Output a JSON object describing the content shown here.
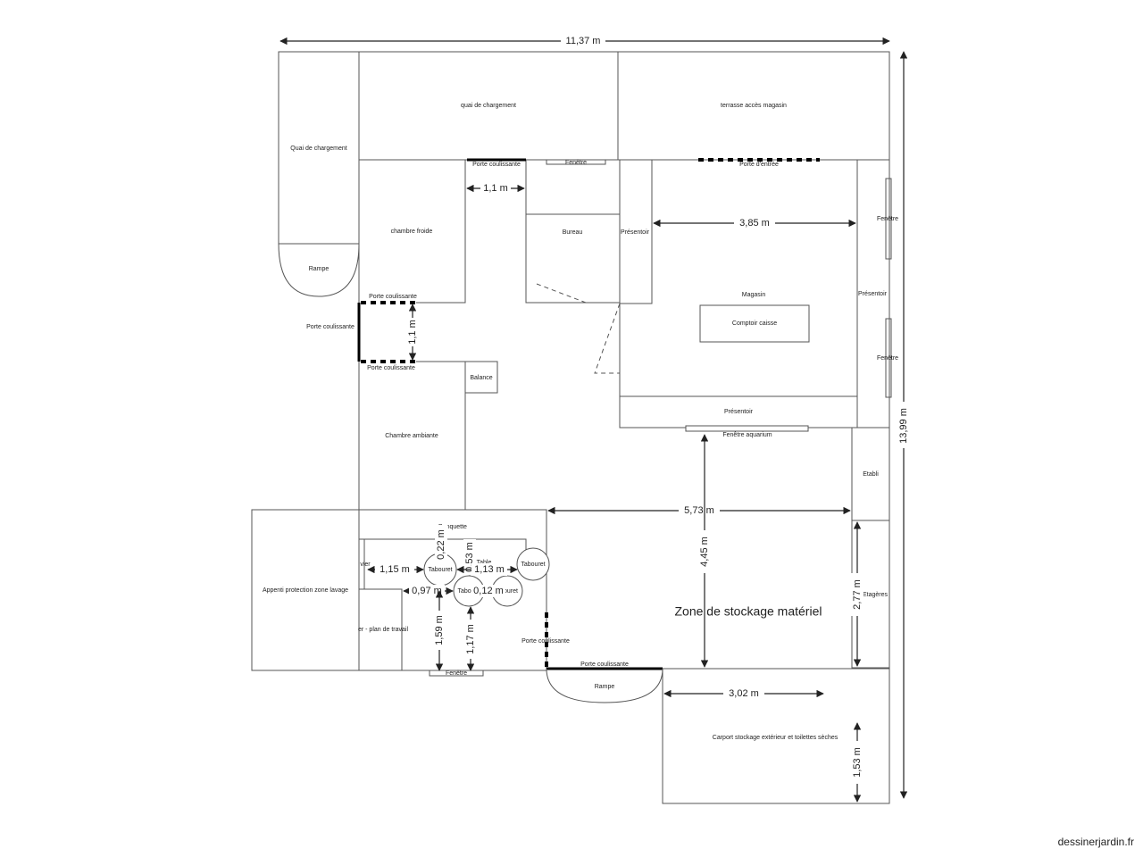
{
  "dimensions": {
    "total_width": "11,37 m",
    "total_height": "13,99 m",
    "d_11": "1,1 m",
    "d_11_vertical": "1,1 m",
    "d_385": "3,85 m",
    "d_573": "5,73 m",
    "d_445": "4,45 m",
    "d_277": "2,77 m",
    "d_302": "3,02 m",
    "d_153": "1,53 m",
    "d_115": "1,15 m",
    "d_022": "0,22 m",
    "d_053": "0,53 m",
    "d_113": "1,13 m",
    "d_097": "0,97 m",
    "d_012": "0,12 m",
    "d_159": "1,59 m",
    "d_117": "1,17 m"
  },
  "rooms": {
    "quai_left": "Quai de chargement",
    "rampe_left": "Rampe",
    "quai_top": "quai de chargement",
    "terrasse": "terrasse accès magasin",
    "chambre_froide": "chambre froide",
    "bureau": "Bureau",
    "presentoir_left": "Présentoir",
    "presentoir_right": "Présentoir",
    "presentoir_bottom": "Présentoir",
    "magasin": "Magasin",
    "comptoir": "Comptoir caisse",
    "balance": "Balance",
    "chambre_ambiante": "Chambre ambiante",
    "etabli": "Etabli",
    "etageres": "Etagères",
    "zone_stockage": "Zone de stockage matériel",
    "appenti": "Appenti protection zone lavage",
    "banquette": "Banquette",
    "table": "Table",
    "plan_travail": "er - plan de travail",
    "evier": "vier",
    "rampe_bottom": "Rampe",
    "carport": "Carport stockage extérieur et toilettes sèches",
    "tabouret_1": "Tabouret",
    "tabouret_2": "Tabouret",
    "tabouret_3": "Tabou",
    "tabouret_4": "ouret"
  },
  "openings": {
    "porte_coulissante_bureau": "Porte coulissante",
    "fenetre_bureau": "Fenêtre",
    "porte_entree": "Porte d'entrée",
    "fenetre_right_1": "Fenêtre",
    "fenetre_right_2": "Fenêtre",
    "fenetre_aquarium": "Fenêtre aquarium",
    "porte_coulissante_froide_top": "Porte coulissante",
    "porte_coulissante_froide_left": "Porte coulissante",
    "porte_coulissante_froide_bottom": "Porte coulissante",
    "porte_coulissante_stockage": "Porte coulissante",
    "porte_coulissante_rampe": "Porte coulissante",
    "fenetre_bottom": "Fenêtre"
  },
  "brand": "dessinerjardin.fr"
}
